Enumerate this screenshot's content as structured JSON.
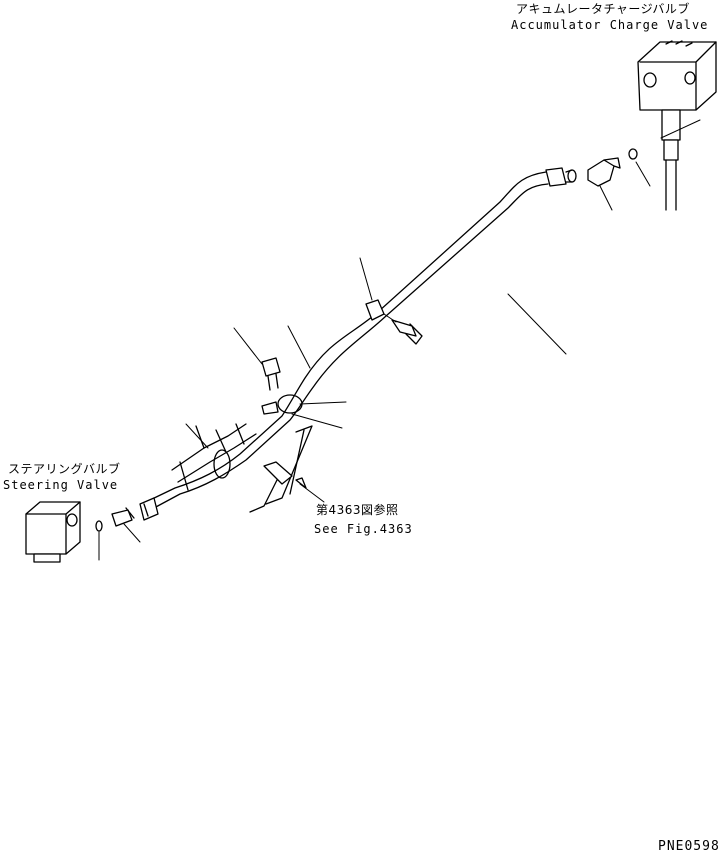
{
  "labels": {
    "accumulator_charge_valve_jp": "アキュムレータチャージバルブ",
    "accumulator_charge_valve_en": "Accumulator Charge Valve",
    "steering_valve_jp": "ステアリングバルブ",
    "steering_valve_en": "Steering Valve",
    "see_fig_jp": "第4363図参照",
    "see_fig_en": "See Fig.4363",
    "drawing_code": "PNE0598"
  }
}
